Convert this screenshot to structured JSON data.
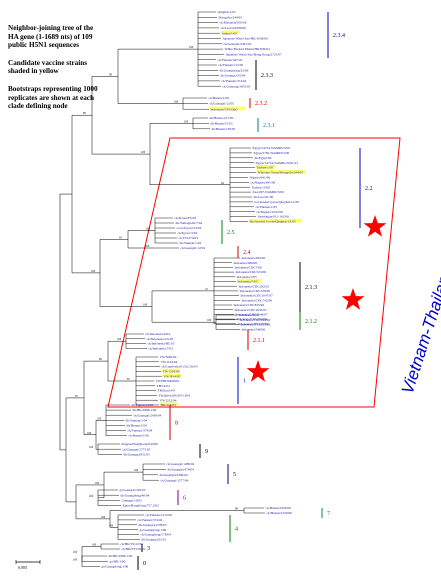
{
  "caption": [
    "Neighbor-joining tree of the",
    "HA gene (1-1689 nts) of 109",
    "public H5N1 sequences",
    "",
    "Candidate vaccine strains",
    "shaded in yellow",
    "",
    "Bootstraps representing 1000",
    "replicates are shown at each",
    "clade defining node"
  ],
  "region_label": "Vietnam-Thailand",
  "scale_label": "0.005",
  "colors": {
    "branch": "#000000",
    "leaf_text": "#1a1a9a",
    "highlight": "#ffff66",
    "region": "#ff0000",
    "star": "#ff0000",
    "region_label": "#0000cc"
  },
  "clades": [
    {
      "label": "2.3.4",
      "color": "#0000cc"
    },
    {
      "label": "2.3.3",
      "color": "#000000"
    },
    {
      "label": "2.3.2",
      "color": "#cc0000"
    },
    {
      "label": "2.3.1",
      "color": "#008080"
    },
    {
      "label": "2.2",
      "color": "#0000cc"
    },
    {
      "label": "2.5",
      "color": "#008000"
    },
    {
      "label": "2.4",
      "color": "#cc0000"
    },
    {
      "label": "2.1.3",
      "color": "#000000"
    },
    {
      "label": "2.1.2",
      "color": "#008000"
    },
    {
      "label": "2.1.1",
      "color": "#cc0000"
    },
    {
      "label": "1",
      "color": "#0000cc"
    },
    {
      "label": "8",
      "color": "#cc0000"
    },
    {
      "label": "9",
      "color": "#000000"
    },
    {
      "label": "5",
      "color": "#000080"
    },
    {
      "label": "6",
      "color": "#800080"
    },
    {
      "label": "7",
      "color": "#008080"
    },
    {
      "label": "4",
      "color": "#008000"
    },
    {
      "label": "3",
      "color": "#000000"
    },
    {
      "label": "0",
      "color": "#000000"
    }
  ],
  "bootstraps": [
    "100",
    "100",
    "100",
    "94",
    "100",
    "100",
    "72",
    "100",
    "100",
    "87",
    "100",
    "100",
    "100",
    "100",
    "99",
    "100",
    "100",
    "100",
    "99",
    "100",
    "93",
    "100",
    "99",
    "100",
    "100",
    "100",
    "100",
    "89",
    "100",
    "97"
  ],
  "leaves": [
    {
      "name": "Qinghai/1/05",
      "color": "#1a1a9a",
      "hl": false
    },
    {
      "name": "Mongolia/244/05",
      "color": "#1a1a9a",
      "hl": false
    },
    {
      "name": "ck/Malaysia/935/06",
      "color": "#1a1a9a",
      "hl": false
    },
    {
      "name": "ck/Laos/A0599/06",
      "color": "#1a1a9a",
      "hl": false
    },
    {
      "name": "Anhui/1/05",
      "color": "#1a1a9a",
      "hl": true
    },
    {
      "name": "Japanese White Eye/HK/1038/06",
      "color": "#1a1a9a",
      "hl": false
    },
    {
      "name": "ck/Guangxi/2461/05",
      "color": "#1a1a9a",
      "hl": false
    },
    {
      "name": "White Backed Munia/HK/829/04",
      "color": "#1a1a9a",
      "hl": false
    },
    {
      "name": "Japanese White Eye/Hong Kong/2723/07",
      "color": "#1a1a9a",
      "hl": false
    },
    {
      "name": "ck/Yunnan/447/05",
      "color": "#1a1a9a",
      "hl": false
    },
    {
      "name": "ck/Yunnan/115/05",
      "color": "#1a1a9a",
      "hl": false
    },
    {
      "name": "dk/Guangdong/22/06",
      "color": "#1a1a9a",
      "hl": false
    },
    {
      "name": "dk/Guangxi/35/04",
      "color": "#1a1a9a",
      "hl": false
    },
    {
      "name": "ck/Yunnan/374/04",
      "color": "#1a1a9a",
      "hl": false
    },
    {
      "name": "ck/Guiyang/3055/05",
      "color": "#1a1a9a",
      "hl": false
    },
    {
      "name": "ck/Hunan/1/06",
      "color": "#cc0000",
      "hl": false
    },
    {
      "name": "ck/Guangxi/12/05",
      "color": "#cc0000",
      "hl": false
    },
    {
      "name": "Indonesia/5/05 (kit)",
      "color": "#cc0000",
      "hl": true
    },
    {
      "name": "dk/Hunan/127/05",
      "color": "#008080",
      "hl": false
    },
    {
      "name": "dk/Hunan/15/05",
      "color": "#008080",
      "hl": false
    },
    {
      "name": "dk/Hunan/139/05",
      "color": "#008080",
      "hl": false
    },
    {
      "name": "Egypt/14724-NAMRU3/06",
      "color": "#1a1a9a",
      "hl": false
    },
    {
      "name": "Egypt/2782-NAMRU3/06",
      "color": "#1a1a9a",
      "hl": false
    },
    {
      "name": "dk/Egypt/06",
      "color": "#1a1a9a",
      "hl": false
    },
    {
      "name": "Egypt/14724-NAMRU3/06 (2)",
      "color": "#1a1a9a",
      "hl": false
    },
    {
      "name": "Turkey/1/05",
      "color": "#1a1a9a",
      "hl": true
    },
    {
      "name": "Whooper Swan/Mongolia/244/05",
      "color": "#1a1a9a",
      "hl": true
    },
    {
      "name": "Nigeria/641/06",
      "color": "#1a1a9a",
      "hl": false
    },
    {
      "name": "ck/Nigeria/641/06",
      "color": "#1a1a9a",
      "hl": false
    },
    {
      "name": "Turkey/15/06",
      "color": "#1a1a9a",
      "hl": false
    },
    {
      "name": "Iraq/207-NAMRU3/06",
      "color": "#1a1a9a",
      "hl": false
    },
    {
      "name": "dk/Laos/91/06",
      "color": "#1a1a9a",
      "hl": false
    },
    {
      "name": "bar headed goose/Qinghai/1A/05",
      "color": "#1a1a9a",
      "hl": false
    },
    {
      "name": "ck/Yunnan/1/05",
      "color": "#1a1a9a",
      "hl": false
    },
    {
      "name": "ck/Nigeria/1047/06",
      "color": "#1a1a9a",
      "hl": false
    },
    {
      "name": "Azerbaijan/011-162/06",
      "color": "#1a1a9a",
      "hl": false
    },
    {
      "name": "Bar-headed Goose/Qinghai/1A/05",
      "color": "#1a1a9a",
      "hl": true
    },
    {
      "name": "ck/Korea/ES/03",
      "color": "#008000",
      "hl": false
    },
    {
      "name": "dk/Yamaguchi/7/04",
      "color": "#008000",
      "hl": false
    },
    {
      "name": "crow/Kyoto/53/04",
      "color": "#008000",
      "hl": false
    },
    {
      "name": "ck/Kyoto/3/04",
      "color": "#008000",
      "hl": false
    },
    {
      "name": "ck/YN/374/04",
      "color": "#1a1a9a",
      "hl": false
    },
    {
      "name": "dk/Yunnan/1/04",
      "color": "#1a1a9a",
      "hl": false
    },
    {
      "name": "ck/Guangxi/12/04",
      "color": "#cc0000",
      "hl": false
    },
    {
      "name": "Indonesia/283/06",
      "color": "#1a1a9a",
      "hl": false
    },
    {
      "name": "Indonesia/286/06",
      "color": "#1a1a9a",
      "hl": false
    },
    {
      "name": "Indonesia/CDC7/06",
      "color": "#1a1a9a",
      "hl": false
    },
    {
      "name": "Indonesia/CDC523/06",
      "color": "#1a1a9a",
      "hl": false
    },
    {
      "name": "Indonesia/7/05",
      "color": "#1a1a9a",
      "hl": false
    },
    {
      "name": "Indonesia/5/05",
      "color": "#1a1a9a",
      "hl": true
    },
    {
      "name": "Indonesia/CDC292/05",
      "color": "#1a1a9a",
      "hl": false
    },
    {
      "name": "Indonesia/CDC326/06",
      "color": "#1a1a9a",
      "hl": false
    },
    {
      "name": "Indonesia/CDC1047/07",
      "color": "#1a1a9a",
      "hl": false
    },
    {
      "name": "Indonesia/CDC742/06",
      "color": "#1a1a9a",
      "hl": false
    },
    {
      "name": "Indonesia/CDC835/06",
      "color": "#1a1a9a",
      "hl": false
    },
    {
      "name": "Indonesia/CDC1032/07",
      "color": "#1a1a9a",
      "hl": false
    },
    {
      "name": "Indonesia/CDC1046/07",
      "color": "#1a1a9a",
      "hl": false
    },
    {
      "name": "Indonesia/CDC594/06",
      "color": "#1a1a9a",
      "hl": false
    },
    {
      "name": "Indonesia/CDC625/06",
      "color": "#1a1a9a",
      "hl": false
    },
    {
      "name": "Indonesia/6/06",
      "color": "#008000",
      "hl": false
    },
    {
      "name": "Indonesia/CDC644/06",
      "color": "#008000",
      "hl": false
    },
    {
      "name": "Indonesia/TLL013/06",
      "color": "#008000",
      "hl": false
    },
    {
      "name": "Indonesia/546/06",
      "color": "#008000",
      "hl": false
    },
    {
      "name": "ck/Indonesia/4/04",
      "color": "#cc0000",
      "hl": false
    },
    {
      "name": "ck/Indonesia/2A/03",
      "color": "#cc0000",
      "hl": false
    },
    {
      "name": "ck/Indonesia/BL/03",
      "color": "#cc0000",
      "hl": false
    },
    {
      "name": "ck/Indonesia/7/03",
      "color": "#cc0000",
      "hl": false
    },
    {
      "name": "VN/3046/04",
      "color": "#1a1a9a",
      "hl": false
    },
    {
      "name": "VN/1194/04",
      "color": "#1a1a9a",
      "hl": false
    },
    {
      "name": "ck/Cambodia/013LC2b/05",
      "color": "#1a1a9a",
      "hl": false
    },
    {
      "name": "VN/1203/04",
      "color": "#1a1a9a",
      "hl": true
    },
    {
      "name": "VN/JP14/05",
      "color": "#1a1a9a",
      "hl": true
    },
    {
      "name": "VN/HN30408/05",
      "color": "#1a1a9a",
      "hl": false
    },
    {
      "name": "TH/16/04",
      "color": "#1a1a9a",
      "hl": false
    },
    {
      "name": "TH/Kan1/04",
      "color": "#1a1a9a",
      "hl": false
    },
    {
      "name": "Thailand/1(KAN-1)/04",
      "color": "#1a1a9a",
      "hl": false
    },
    {
      "name": "VN/3212/04",
      "color": "#1a1a9a",
      "hl": false
    },
    {
      "name": "HK/213/03",
      "color": "#cc0000",
      "hl": true
    },
    {
      "name": "dk/Fujian/13/02",
      "color": "#cc0000",
      "hl": false
    },
    {
      "name": "dk/HK/2986.1/00",
      "color": "#cc0000",
      "hl": false
    },
    {
      "name": "ck/Guangxi/2439/04",
      "color": "#cc0000",
      "hl": false
    },
    {
      "name": "dk/Yunnan/1/04",
      "color": "#cc0000",
      "hl": false
    },
    {
      "name": "dk/Hunan/1/04",
      "color": "#cc0000",
      "hl": false
    },
    {
      "name": "ck/Yunnan/374/04",
      "color": "#cc0000",
      "hl": false
    },
    {
      "name": "ck/Hunan/1/06",
      "color": "#cc0000",
      "hl": false
    },
    {
      "name": "magpie/HongKong/645/06",
      "color": "#000000",
      "hl": false
    },
    {
      "name": "ck/Guangxi/2775/05",
      "color": "#000000",
      "hl": false
    },
    {
      "name": "dk/Guangxi/951/05",
      "color": "#000000",
      "hl": false
    },
    {
      "name": "ck/Guangxi/1286/04",
      "color": "#000080",
      "hl": false
    },
    {
      "name": "dk/Guangxi/470/04",
      "color": "#000080",
      "hl": false
    },
    {
      "name": "dk/Guangxi/2396/04",
      "color": "#000080",
      "hl": false
    },
    {
      "name": "ck/Guangxi/1277/04",
      "color": "#000080",
      "hl": false
    },
    {
      "name": "gs/Guangxi/345/05",
      "color": "#800080",
      "hl": false
    },
    {
      "name": "dk/Guangdong/40/04",
      "color": "#800080",
      "hl": false
    },
    {
      "name": "Guangxi/10/05",
      "color": "#800080",
      "hl": false
    },
    {
      "name": "Egret/HongKong/757.2/02",
      "color": "#800080",
      "hl": false
    },
    {
      "name": "ck/Hunan/2292/06",
      "color": "#008080",
      "hl": false
    },
    {
      "name": "ck/Hunan/2259/06",
      "color": "#008080",
      "hl": false
    },
    {
      "name": "ck/Yunnan/1215/06",
      "color": "#008000",
      "hl": false
    },
    {
      "name": "ck/Yunnan/374/04",
      "color": "#008000",
      "hl": false
    },
    {
      "name": "dk/Guangxi/1378/05",
      "color": "#008000",
      "hl": false
    },
    {
      "name": "gs/Guangdong/1/96",
      "color": "#008000",
      "hl": false
    },
    {
      "name": "ck/Guangdong/178/04",
      "color": "#008000",
      "hl": false
    },
    {
      "name": "dk/Guangxi/22/01",
      "color": "#008000",
      "hl": false
    },
    {
      "name": "ck/HK/YU22/02",
      "color": "#000000",
      "hl": false
    },
    {
      "name": "ck/HK/FY150/01",
      "color": "#cc0000",
      "hl": false
    },
    {
      "name": "dk/HK/2986.1/00",
      "color": "#000000",
      "hl": false
    },
    {
      "name": "gs/HK/1/00",
      "color": "#000000",
      "hl": false
    },
    {
      "name": "gs/Guangdong/1/96",
      "color": "#000000",
      "hl": false
    }
  ]
}
